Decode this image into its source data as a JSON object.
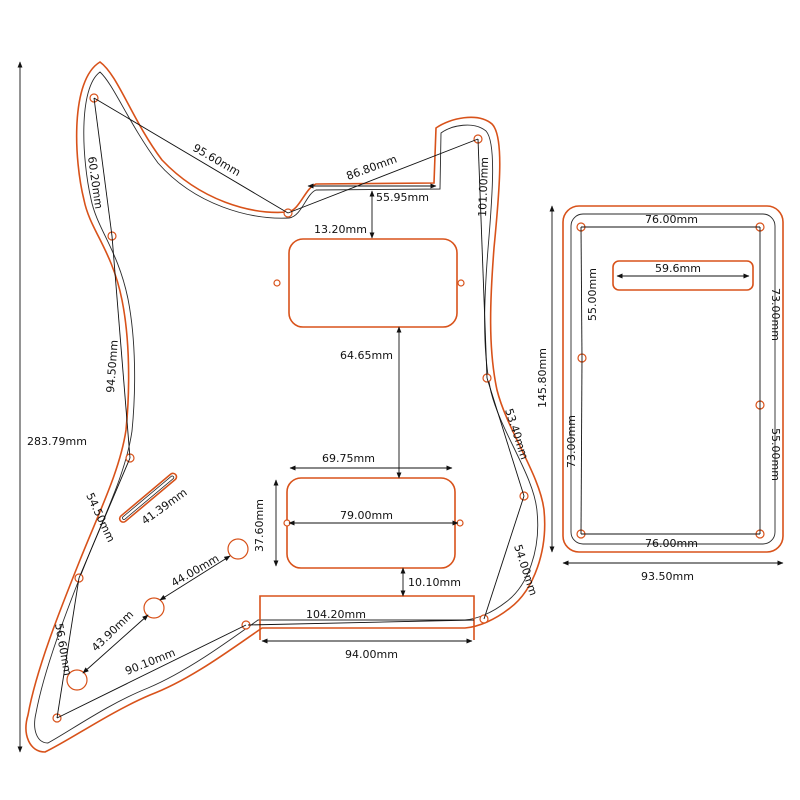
{
  "colors": {
    "outline": "#d8521a",
    "inner_line": "#2a2a2a",
    "dimension_line": "#111111",
    "background": "#ffffff"
  },
  "pickguard": {
    "overall_height": "283.79mm",
    "screw_spacing": {
      "top_left_to_horn": "95.60mm",
      "horn_to_top_right": "86.80mm",
      "left_1": "60.20mm",
      "left_2": "94.50mm",
      "left_3": "54.50mm",
      "bottom_left": "56.60mm",
      "bottom_center": "90.10mm",
      "right_upper": "101.00mm",
      "right_mid": "53.40mm",
      "right_lower": "54.00mm"
    },
    "neck_pickup": {
      "top_gap": "13.20mm",
      "top_edge_width": "55.95mm"
    },
    "pickup_spacing": "64.65mm",
    "bridge_pickup": {
      "width_top": "69.75mm",
      "height": "37.60mm",
      "screw_spacing": "79.00mm",
      "bottom_gap": "10.10mm"
    },
    "switch_slot": "41.39mm",
    "control_holes": {
      "upper_spacing": "44.00mm",
      "lower_spacing": "43.90mm"
    },
    "bridge_cut": {
      "top_width": "104.20mm",
      "bottom_width": "94.00mm"
    }
  },
  "back_plate": {
    "outer_width": "93.50mm",
    "outer_height": "145.80mm",
    "screw_top": "76.00mm",
    "screw_bottom": "76.00mm",
    "slot_width": "59.6mm",
    "left_upper": "55.00mm",
    "left_lower": "73.00mm",
    "right_upper": "73.00mm",
    "right_lower": "55.00mm"
  }
}
